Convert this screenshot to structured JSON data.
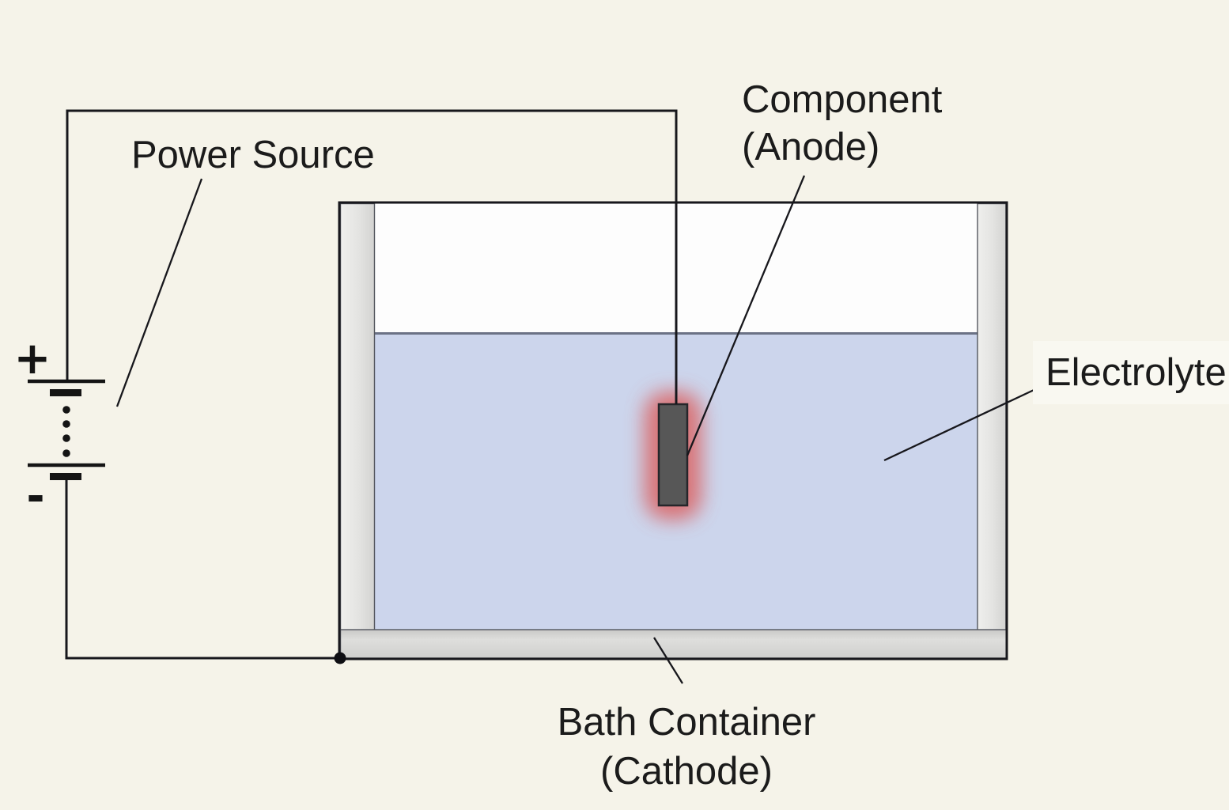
{
  "diagram": {
    "labels": {
      "power_source": "Power Source",
      "component": "Component",
      "component_sub": "(Anode)",
      "electrolyte": "Electrolyte",
      "bath_container": "Bath Container",
      "bath_container_sub": "(Cathode)"
    },
    "battery": {
      "positive": "+",
      "negative": "-"
    },
    "colors": {
      "background": "#f5f3e9",
      "electrolyte_fill": "#ccd5ec",
      "electrolyte_surface_line": "#6b7285",
      "container_wall_fill": "#e2e2e0",
      "container_outline": "#17171c",
      "anode_fill": "#575757",
      "anode_glow": "#d96060",
      "wire": "#17171c",
      "text": "#1b1b1b"
    }
  }
}
